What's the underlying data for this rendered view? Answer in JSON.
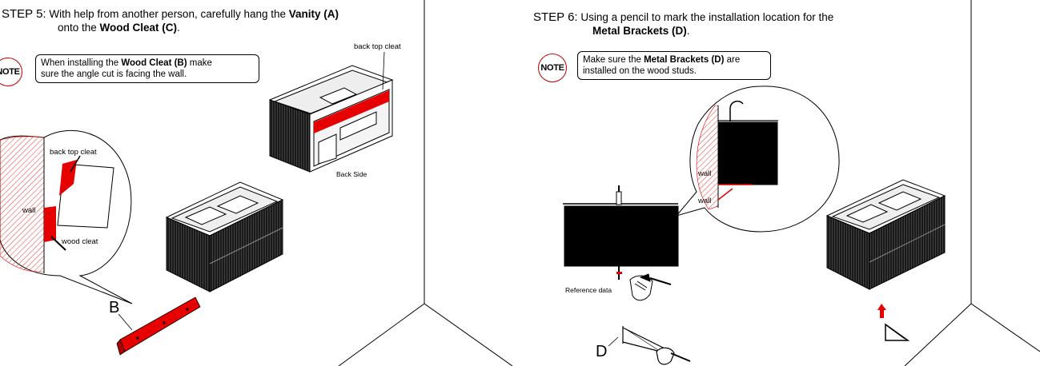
{
  "step5": {
    "number": "STEP 5:",
    "line1_pre": "With help from another person, carefully hang the ",
    "line1_bold": "Vanity (A)",
    "line2_pre": "onto the ",
    "line2_bold": "Wood Cleat (C)",
    "line2_post": ".",
    "note_badge": "NOTE",
    "note_pre": "When installing the ",
    "note_bold": "Wood Cleat (B)",
    "note_mid": " make",
    "note_line2": "sure the angle cut is facing the wall.",
    "labels": {
      "back_top_cleat_top": "back top cleat",
      "back_side": "Back Side",
      "back_top_cleat_zoom": "back top cleat",
      "wall": "wall",
      "wood_cleat": "wood cleat",
      "part_b": "B"
    }
  },
  "step6": {
    "number": "STEP 6:",
    "line1": "Using a pencil to mark the installation location for the",
    "line2_bold": "Metal Brackets (D)",
    "line2_post": ".",
    "note_badge": "NOTE",
    "note_pre": "Make sure the ",
    "note_bold": "Metal Brackets (D)",
    "note_post": " are",
    "note_line2": "installed on the wood studs.",
    "labels": {
      "wall_1": "wall",
      "wall_2": "wall",
      "reference_data": "Reference data",
      "part_d": "D"
    }
  },
  "colors": {
    "accent_red": "#e60000",
    "note_circle": "#c00000",
    "ink": "#000000"
  }
}
